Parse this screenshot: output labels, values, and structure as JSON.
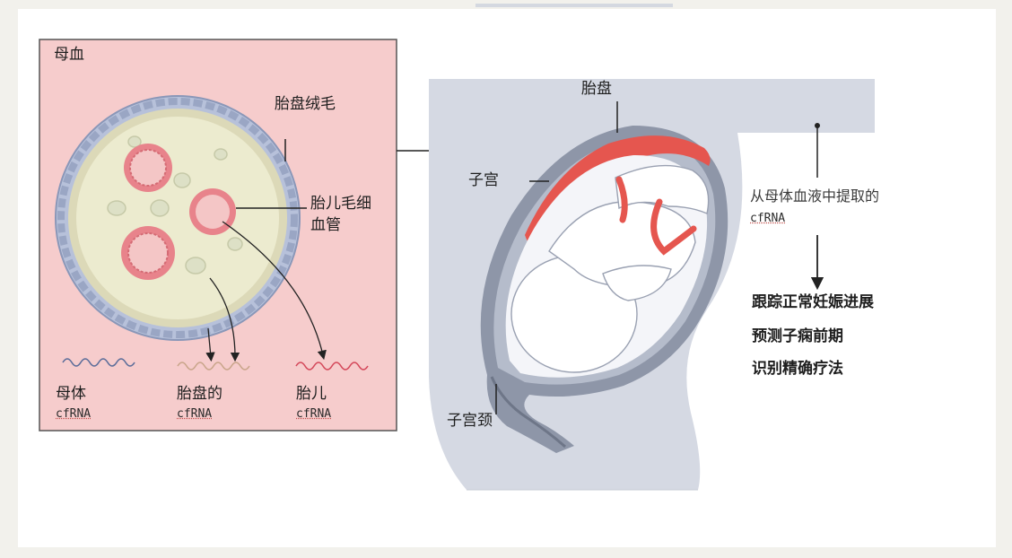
{
  "left_panel": {
    "title": "母血",
    "villi_label": "胎盘绒毛",
    "capillary_label_line1": "胎儿毛细",
    "capillary_label_line2": "血管",
    "rna": [
      {
        "name": "母体",
        "code": "cfRNA",
        "color": "#5b6d9a"
      },
      {
        "name": "胎盘的",
        "code": "cfRNA",
        "color": "#c9a58a"
      },
      {
        "name": "胎儿",
        "code": "cfRNA",
        "color": "#d4485a"
      }
    ]
  },
  "right_panel": {
    "placenta_label": "胎盘",
    "uterus_label": "子宫",
    "cervix_label": "子宫颈",
    "extract_line1": "从母体血液中提取的",
    "extract_line2": "cfRNA",
    "uses": [
      "跟踪正常妊娠进展",
      "预测子痫前期",
      "识别精确疗法"
    ]
  },
  "colors": {
    "panel_bg": "#f6cccc",
    "villus_fill": "#eae8c9",
    "villus_border": "#a7b3d0",
    "vessel": "#e8838b",
    "placenta": "#e5564f",
    "body_fill": "#d5d9e3",
    "uterus_wall": "#8e96a8"
  }
}
